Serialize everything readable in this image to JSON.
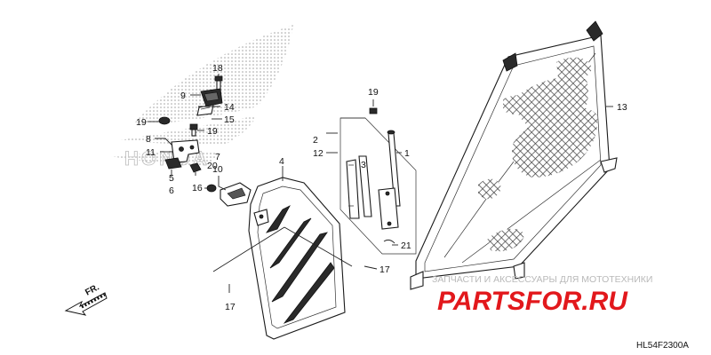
{
  "callouts": {
    "c1": "1",
    "c2": "2",
    "c3": "3",
    "c4": "4",
    "c5": "5",
    "c6": "6",
    "c7": "7",
    "c8": "8",
    "c9": "9",
    "c10": "10",
    "c11": "11",
    "c12": "12",
    "c13": "13",
    "c14": "14",
    "c15": "15",
    "c16": "16",
    "c17a": "17",
    "c17b": "17",
    "c18": "18",
    "c19a": "19",
    "c19b": "19",
    "c19c": "19",
    "c20": "20",
    "c21": "21"
  },
  "direction_label": "FR.",
  "diagram_code": "HL54F2300A",
  "watermark": {
    "top_text": "ЗАПЧАСТИ И АКСЕССУАРЫ ДЛЯ МОТОТЕХНИКИ",
    "logo_text": "PARTSFOR.RU"
  },
  "colors": {
    "watermark_red": "#e2181c",
    "watermark_grey": "#b9b9b9"
  }
}
